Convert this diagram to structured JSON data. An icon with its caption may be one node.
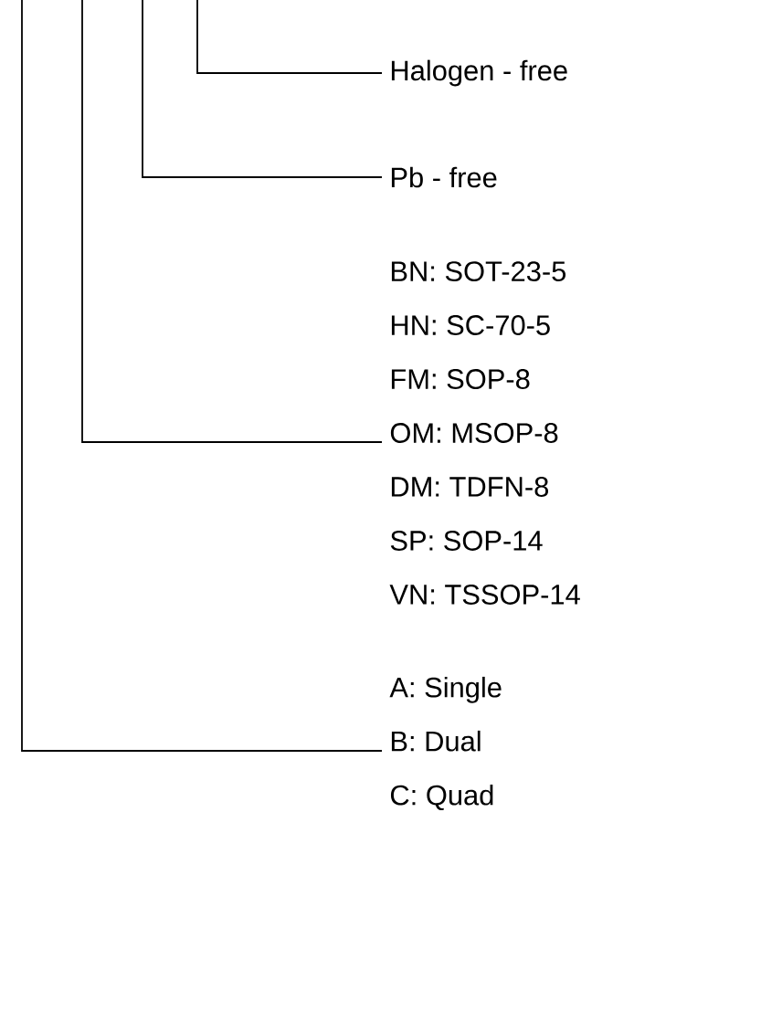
{
  "diagram": {
    "nodes": [
      {
        "text": [
          "Halogen - free"
        ]
      },
      {
        "text": [
          "Pb - free"
        ]
      },
      {
        "text": [
          "BN: SOT-23-5",
          "HN: SC-70-5",
          "FM: SOP-8",
          "OM: MSOP-8",
          "DM: TDFN-8",
          "SP: SOP-14",
          "VN: TSSOP-14"
        ]
      },
      {
        "text": [
          "A: Single",
          "B: Dual",
          "C: Quad"
        ]
      }
    ],
    "edges": [
      {
        "from": null,
        "to": 0,
        "arrow": "none"
      },
      {
        "from": null,
        "to": 1,
        "arrow": "none"
      },
      {
        "from": null,
        "to": 2,
        "arrow": "none"
      },
      {
        "from": null,
        "to": 3,
        "arrow": "none"
      }
    ]
  }
}
